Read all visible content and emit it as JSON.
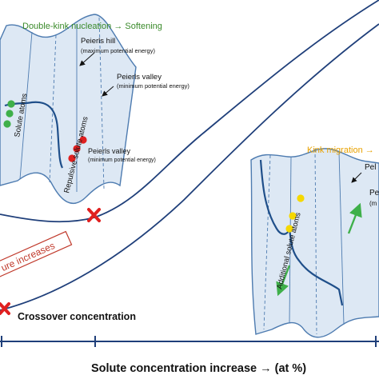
{
  "colors": {
    "curve": "#1f3f7a",
    "panel_fill": "#dde8f4",
    "panel_stroke": "#4d7bb0",
    "green_atom": "#3fb04a",
    "red_atom": "#e02020",
    "yellow_atom": "#f5d800",
    "marker": "#e02020",
    "green_text": "#3a8a2a",
    "orange_text": "#e8a100",
    "red_text": "#c0392b"
  },
  "panel_left": {
    "title": "Double-kink nucleation → Softening",
    "peierls_hill": "Peierls hill",
    "peierls_hill_note": "(maximum potential energy)",
    "peierls_valley_top": "Peierls valley",
    "peierls_valley_top_note": "(minimum potential energy)",
    "peierls_valley": "Peierls valley",
    "peierls_valley_note": "(minimum potential energy)",
    "solute_atoms": "Solute atoms",
    "repulsive_solute_atoms": "Repulsive solute atoms"
  },
  "panel_right": {
    "title": "Kink migration →",
    "label_top": "Pel",
    "label_mid": "Pe",
    "label_mid_note": "(m",
    "additional_solute_atoms": "Additional solute atoms"
  },
  "annotations": {
    "temperature": "ure increases",
    "crossover": "Crossover concentration"
  },
  "axis": {
    "xlabel": "Solute concentration increase → (at %)"
  }
}
